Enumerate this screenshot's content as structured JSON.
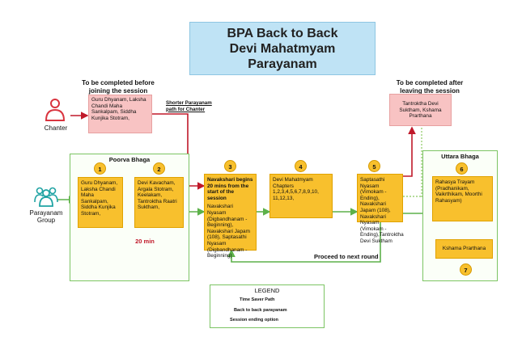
{
  "title": {
    "line1": "BPA Back to Back",
    "line2": "Devi Mahatmyam",
    "line3": "Parayanam"
  },
  "before_heading": {
    "line1": "To be completed before",
    "line2": "joining the session"
  },
  "after_heading": {
    "line1": "To be completed after",
    "line2": "leaving the session"
  },
  "chanter": {
    "label": "Chanter",
    "box_text": "Guru Dhyanam, Laksha Chandi Maha Sankalpam, Siddha Kunjika Stotram,"
  },
  "shorter_path": {
    "line1": "Shorter Parayanam",
    "line2": "path for Chanter"
  },
  "after_box": {
    "text": "Tantroktha Devi Suktham, Kshama Prarthana"
  },
  "parayanam_group": {
    "line1": "Parayanam",
    "line2": "Group"
  },
  "poorva": {
    "name": "Poorva Bhaga",
    "step1": {
      "num": "1",
      "text": "Guru Dhyanam, Laksha Chandi Maha Sankalpam, Siddha Kunjika Stotram,"
    },
    "step2": {
      "num": "2",
      "text": "Devi Kavacham, Argala Stotram, Keelakam, Tantroktha Raatri Suktham,"
    },
    "duration": "20 min"
  },
  "step3": {
    "num": "3",
    "bold_text": "Navakshari begins 20 mins from the start of the session",
    "text": "Navakshari Nyasam (Digbandhanam - Beginning), Navakshari Japam (108), Saptasathi Nyasam (Digbandhanam - Beginning)"
  },
  "step4": {
    "num": "4",
    "text": "Devi Mahatmyam Chapters 1,2,3,4,5,6,7,8,9,10, 11,12,13,"
  },
  "step5": {
    "num": "5",
    "text": "Saptasathi Nyasam (Vimokam - Ending), Navakshari Japam (108), Navakshari Nyasam (Vimokam - Ending),Tantroktha Devi Suktham"
  },
  "uttara": {
    "name": "Uttara Bhaga",
    "step6": {
      "num": "6",
      "text": "Rahasya Trayam (Pradhanikam, Vaikrthikam, Moorthi Rahasyam)"
    },
    "kshama": "Kshama Prarthana",
    "step7": {
      "num": "7"
    }
  },
  "next_round": "Proceed to next round",
  "legend": {
    "title": "LEGEND",
    "time_saver": "Time Saver Path",
    "back_to_back": "Back to back parayanam",
    "session_ending": "Session ending option"
  },
  "colors": {
    "time_saver_red": "#c0192a",
    "back_to_back_green": "#5db14a",
    "session_ending_dotted": "#7cc463",
    "step_yellow": "#f8c02d",
    "pre_post_pink": "#f8c3c3",
    "title_blue": "#bfe3f5",
    "people_teal": "#1fa3a3",
    "chanter_red": "#d9343f"
  },
  "icons": {
    "chanter": "person-outline-icon",
    "group": "people-group-icon"
  }
}
